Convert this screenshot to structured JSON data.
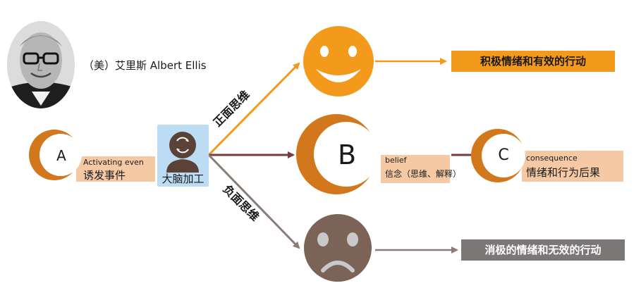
{
  "portrait": {
    "caption": "（美）艾里斯 Albert Ellis"
  },
  "node_a": {
    "letter": "A",
    "en": "Activating even",
    "zh": "诱发事件"
  },
  "brain": {
    "label": "大脑加工",
    "icon": "brain-processing-icon"
  },
  "node_b": {
    "letter": "B",
    "en": "belief",
    "zh": "信念（思维、解释）"
  },
  "node_c": {
    "letter": "C",
    "en": "consequence",
    "zh": "情绪和行为后果"
  },
  "positive": {
    "path_label": "正面思维",
    "outcome": "积极情绪和有效的行动",
    "icon": "smiley-face-icon"
  },
  "negative": {
    "path_label": "负面思维",
    "outcome": "消极的情绪和无效的行动",
    "icon": "sad-face-icon"
  },
  "colors": {
    "orange": "#f39a1c",
    "dark_orange": "#d2771b",
    "peach": "#f6c9a5",
    "maroon": "#7a3b3f",
    "brown": "#7c6357",
    "gray_arrow": "#8c7c78",
    "gray_box": "#7a7776",
    "brain_bg": "#bcdcf3"
  }
}
